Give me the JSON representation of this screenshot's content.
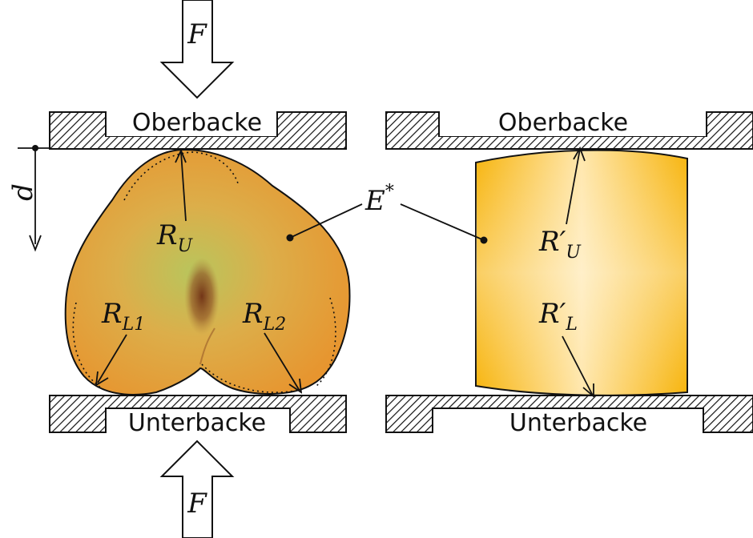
{
  "labels": {
    "force_top": "F",
    "force_bottom": "F",
    "displacement": "d",
    "upper_jaw_left": "Oberbacke",
    "lower_jaw_left": "Unterbacke",
    "upper_jaw_right": "Oberbacke",
    "lower_jaw_right": "Unterbacke",
    "modulus": {
      "base": "E",
      "sup": "*"
    },
    "radius_upper": {
      "base": "R",
      "sub": "U"
    },
    "radius_lower_1": {
      "base": "R",
      "sub": "L1"
    },
    "radius_lower_2": {
      "base": "R",
      "sub": "L2"
    },
    "radius_upper_prime": {
      "base": "R′",
      "sub": "U"
    },
    "radius_lower_prime": {
      "base": "R′",
      "sub": "L"
    }
  },
  "colors": {
    "kernel_fill": "#e8a23a",
    "kernel_center": "#b8c25a",
    "kernel_spot": "#7a3a1a",
    "cylinder_edge": "#f7b40c",
    "cylinder_center": "#ffe9b3",
    "stroke": "#111111"
  }
}
